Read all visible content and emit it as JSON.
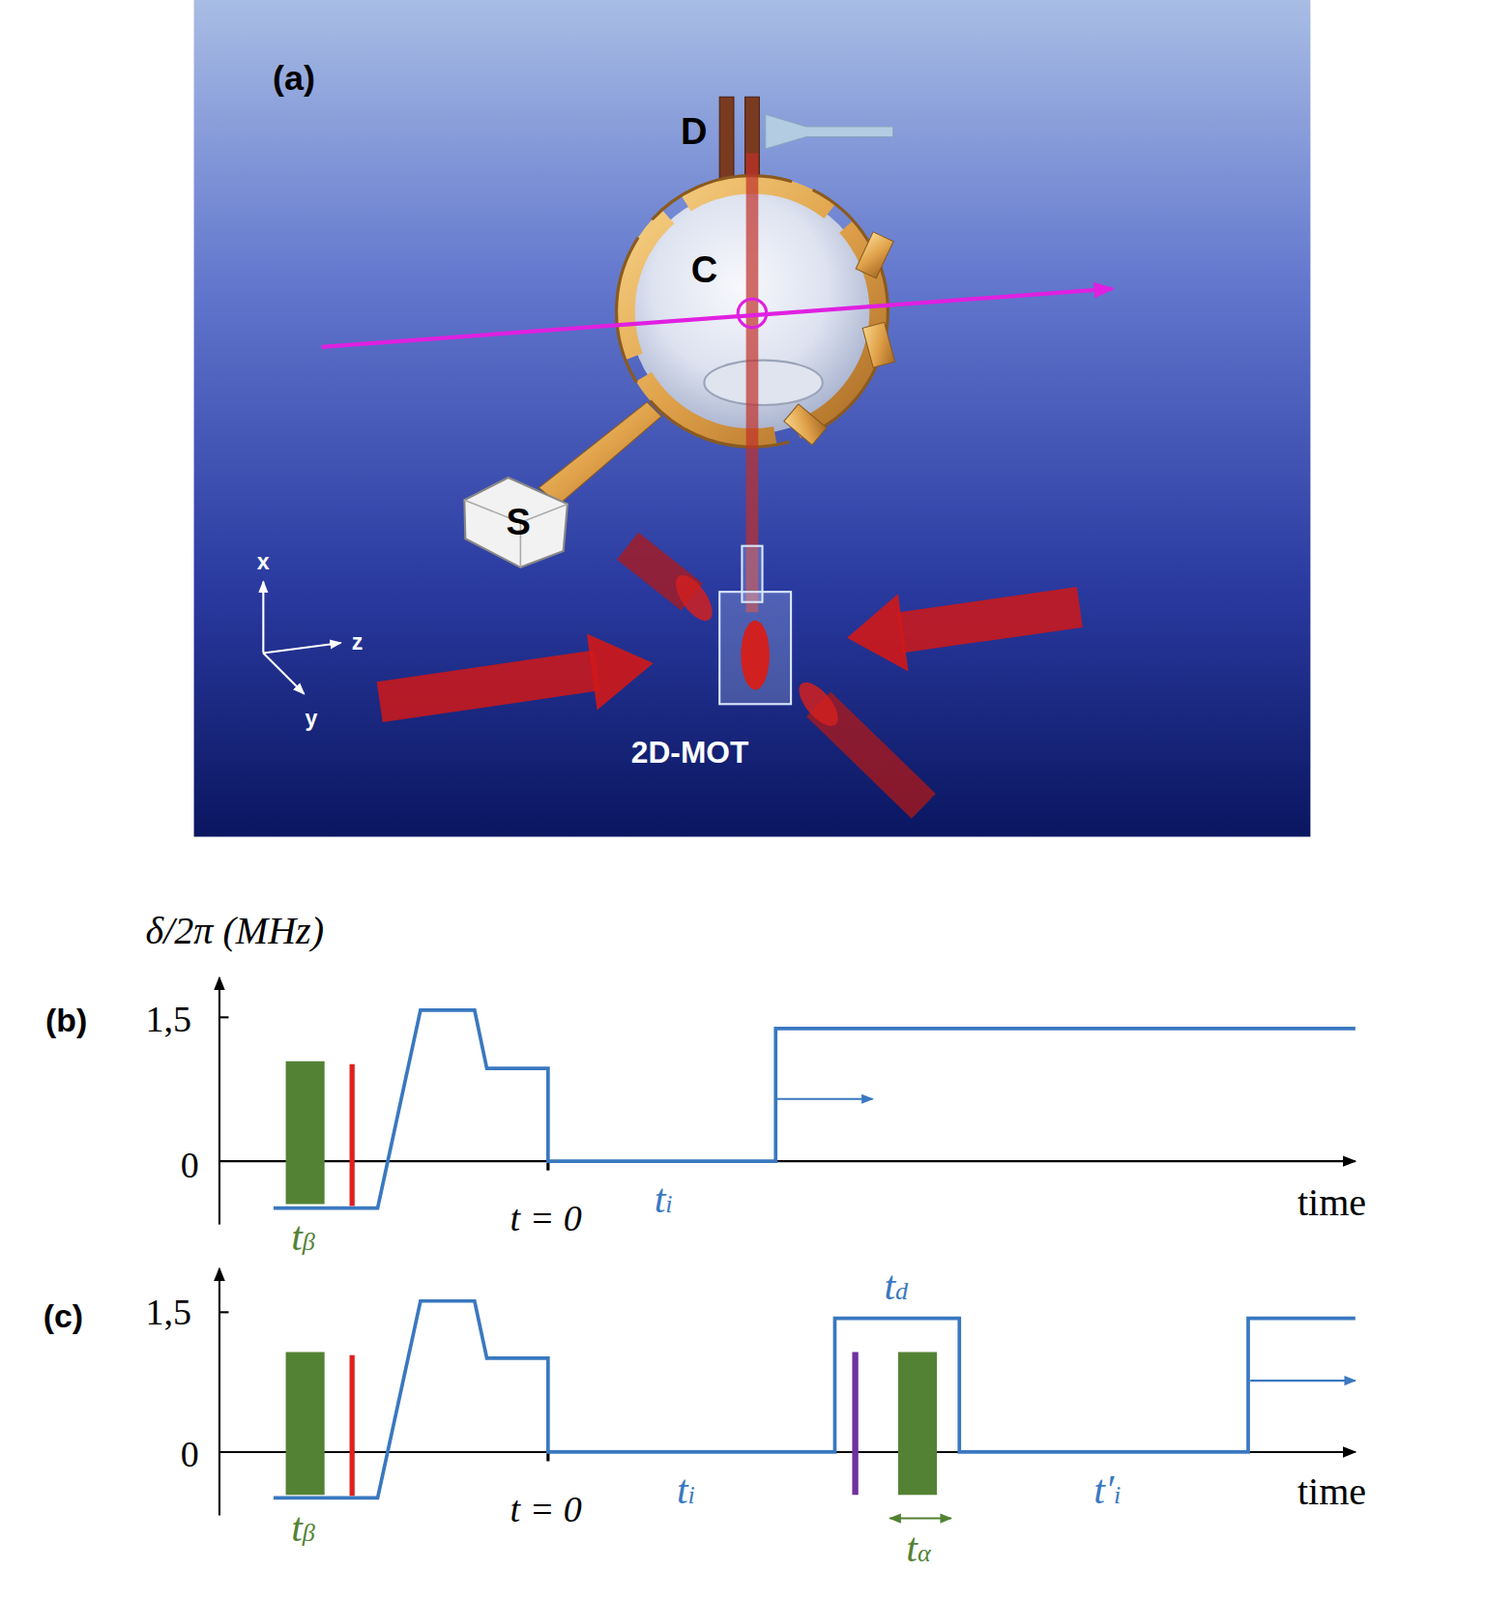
{
  "diagram": {
    "labels": [
      "(a)",
      "D",
      "C",
      "S",
      "x",
      "z",
      "y",
      "2D-MOT",
      "δ/2π (MHz)",
      "(b)",
      "1,5",
      "0",
      "tβ",
      "t = 0",
      "ti",
      "time",
      "(c)",
      "1,5",
      "0",
      "tβ",
      "t = 0",
      "ti",
      "td",
      "tα",
      "t′i",
      "time"
    ]
  }
}
